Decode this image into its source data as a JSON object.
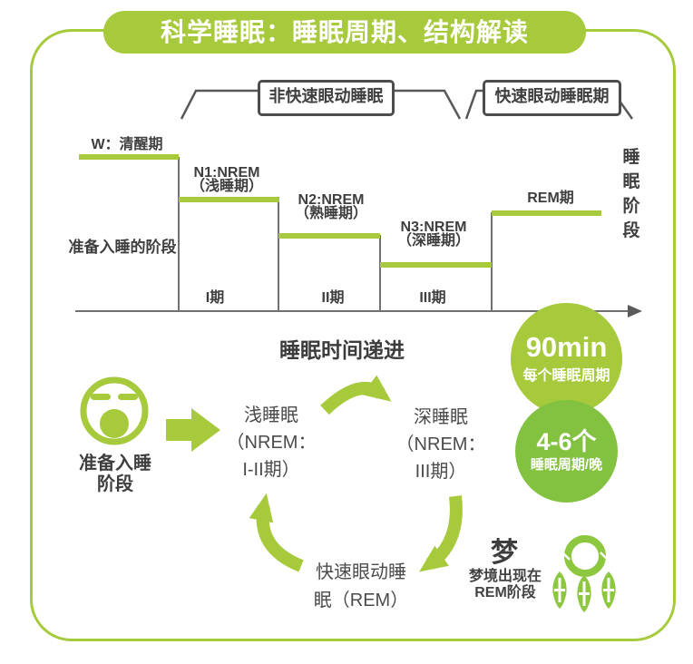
{
  "title": "科学睡眠：睡眠周期、结构解读",
  "hypnogram": {
    "nrem_bracket_label": "非快速眼动睡眠",
    "rem_bracket_label": "快速眼动睡眠期",
    "wake_label": "W：清醒期",
    "prep_label": "准备入睡的阶段",
    "stages": [
      {
        "name": "N1:NREM",
        "sub": "（浅睡期）",
        "phase": "I期"
      },
      {
        "name": "N2:NREM",
        "sub": "（熟睡期）",
        "phase": "II期"
      },
      {
        "name": "N3:NREM",
        "sub": "（深睡期）",
        "phase": "III期"
      }
    ],
    "rem_label": "REM期",
    "x_axis_label": "睡眠时间递进",
    "y_axis_label": "睡眠阶段"
  },
  "cycle": {
    "start": {
      "line1": "准备入睡",
      "line2": "阶段"
    },
    "light_sleep": {
      "line1": "浅睡眠",
      "line2": "（NREM：",
      "line3": "I-II期）"
    },
    "deep_sleep": {
      "line1": "深睡眠",
      "line2": "（NREM：",
      "line3": "III期）"
    },
    "rem_sleep": {
      "line1": "快速眼动睡",
      "line2": "眠（REM）"
    }
  },
  "badges": {
    "cycle_duration": {
      "value": "90min",
      "label": "每个睡眠周期"
    },
    "cycles_per_night": {
      "value": "4-6个",
      "label": "睡眠周期/晚"
    }
  },
  "dream": {
    "title": "梦",
    "desc_line1": "梦境出现在",
    "desc_line2": "REM阶段"
  },
  "colors": {
    "primary_green": "#a6ca3b",
    "badge_dark_green": "#83c241",
    "dreamcatcher_green": "#8dc63f",
    "text_dark": "#3e3e3e",
    "chart_line_gray": "#707070",
    "bracket_gray": "#58585a",
    "box_border_gray": "#4d4d4d"
  }
}
